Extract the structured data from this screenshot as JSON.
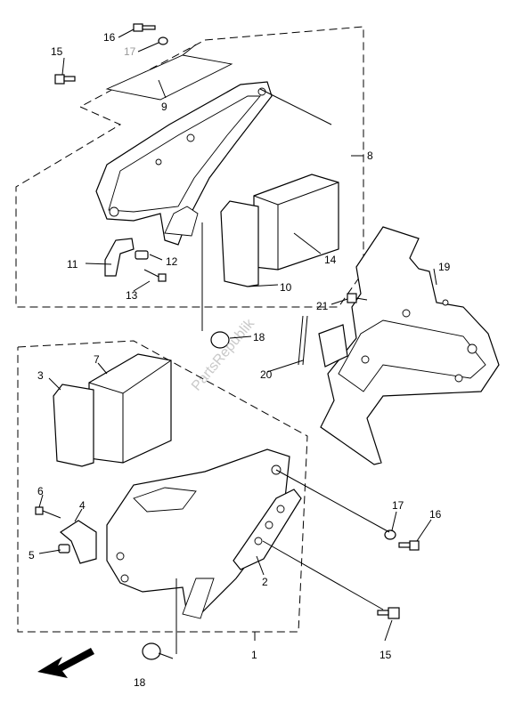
{
  "callouts": {
    "c1": "1",
    "c2": "2",
    "c3": "3",
    "c4": "4",
    "c5": "5",
    "c6": "6",
    "c7": "7",
    "c8": "8",
    "c9": "9",
    "c10": "10",
    "c11": "11",
    "c12": "12",
    "c13": "13",
    "c14": "14",
    "c15a": "15",
    "c15b": "15",
    "c16a": "16",
    "c16b": "16",
    "c17a": "17",
    "c17b": "17",
    "c18a": "18",
    "c18b": "18",
    "c19": "19",
    "c20": "20",
    "c21": "21"
  },
  "watermark": "PartsRepublik"
}
